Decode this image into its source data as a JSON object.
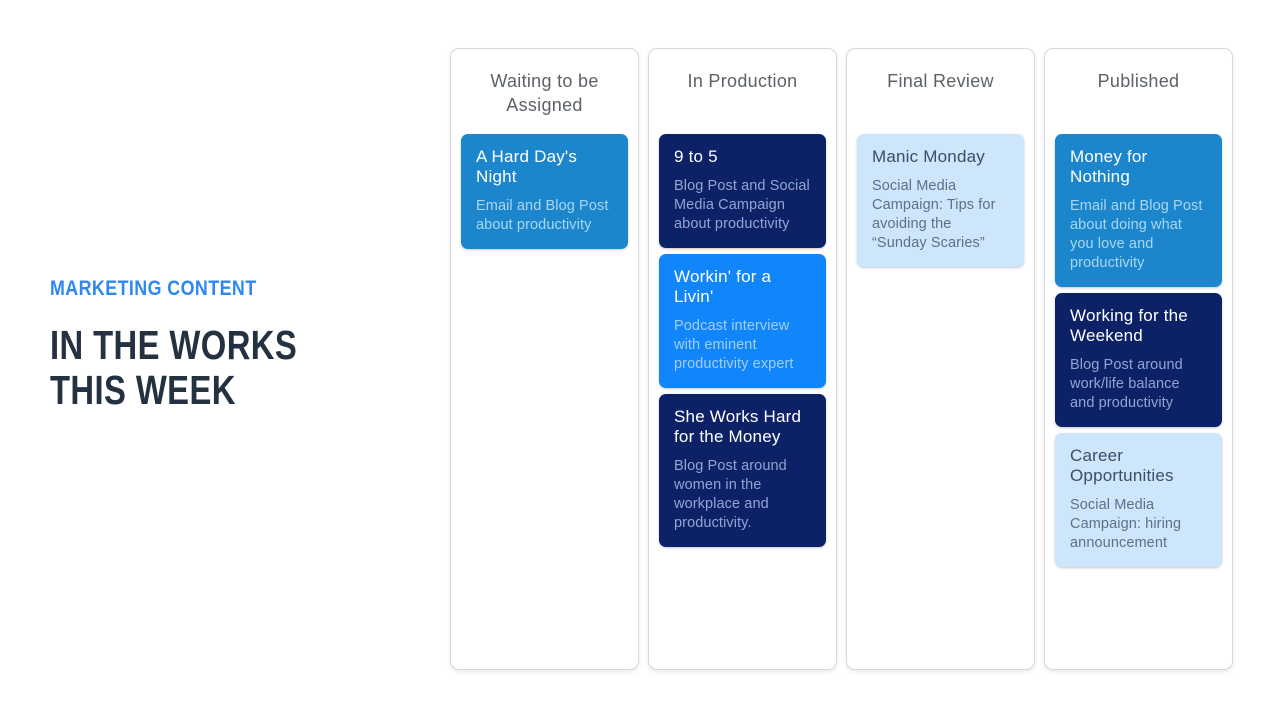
{
  "header": {
    "eyebrow": "MARKETING CONTENT",
    "title_line1": "IN THE WORKS",
    "title_line2": "THIS WEEK",
    "colors": {
      "eyebrow": "#2e88ef",
      "title": "#233140"
    }
  },
  "board": {
    "colors": {
      "column_background": "#ffffff",
      "column_border": "#d7d8dc",
      "column_header_text": "#5c6267"
    },
    "variants": {
      "medium-blue": {
        "bg": "#1b86cc",
        "title": "#ffffff",
        "body": "#a9d6f0"
      },
      "navy": {
        "bg": "#0d2167",
        "title": "#ffffff",
        "body": "#8fa6d2"
      },
      "bright-blue": {
        "bg": "#1186fb",
        "title": "#ffffff",
        "body": "#a3cdf8"
      },
      "light-blue": {
        "bg": "#cde6fc",
        "title": "#3e4d66",
        "body": "#5f7083"
      }
    },
    "columns": [
      {
        "id": "waiting-to-be-assigned",
        "label": "Waiting to be Assigned",
        "cards": [
          {
            "title": "A Hard Day's Night",
            "body": "Email and Blog Post about productivity",
            "variant": "medium-blue"
          }
        ]
      },
      {
        "id": "in-production",
        "label": "In Production",
        "cards": [
          {
            "title": "9 to 5",
            "body": "Blog Post and Social Media Campaign about productivity",
            "variant": "navy"
          },
          {
            "title": "Workin' for a Livin'",
            "body": "Podcast interview with eminent productivity expert",
            "variant": "bright-blue"
          },
          {
            "title": "She Works Hard for the Money",
            "body": "Blog Post around women in the workplace and productivity.",
            "variant": "navy"
          }
        ]
      },
      {
        "id": "final-review",
        "label": "Final Review",
        "cards": [
          {
            "title": "Manic Monday",
            "body": "Social Media Campaign: Tips for avoiding the “Sunday Scaries”",
            "variant": "light-blue"
          }
        ]
      },
      {
        "id": "published",
        "label": "Published",
        "cards": [
          {
            "title": "Money for Nothing",
            "body": "Email and Blog Post about doing what you love and productivity",
            "variant": "medium-blue"
          },
          {
            "title": "Working for the Weekend",
            "body": "Blog Post around work/life balance and productivity",
            "variant": "navy"
          },
          {
            "title": "Career Opportunities",
            "body": "Social Media Campaign: hiring announcement",
            "variant": "light-blue"
          }
        ]
      }
    ]
  }
}
